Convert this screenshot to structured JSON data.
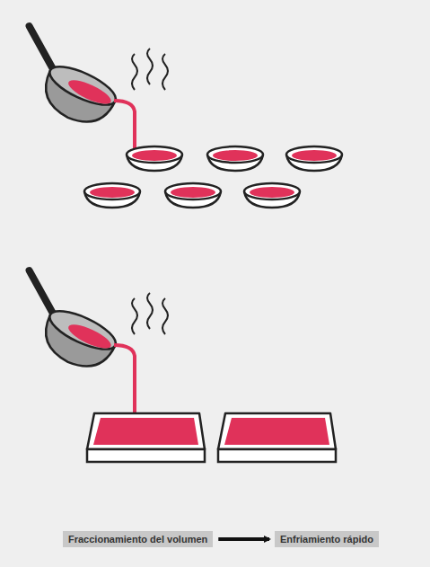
{
  "diagram": {
    "nodes": [
      {
        "text": [
          "Fraccionamiento del volumen"
        ]
      },
      {
        "text": [
          "Enfriamiento rápido"
        ]
      }
    ],
    "edges": [
      {
        "from": 0,
        "to": 1,
        "arrow": "to"
      }
    ]
  }
}
